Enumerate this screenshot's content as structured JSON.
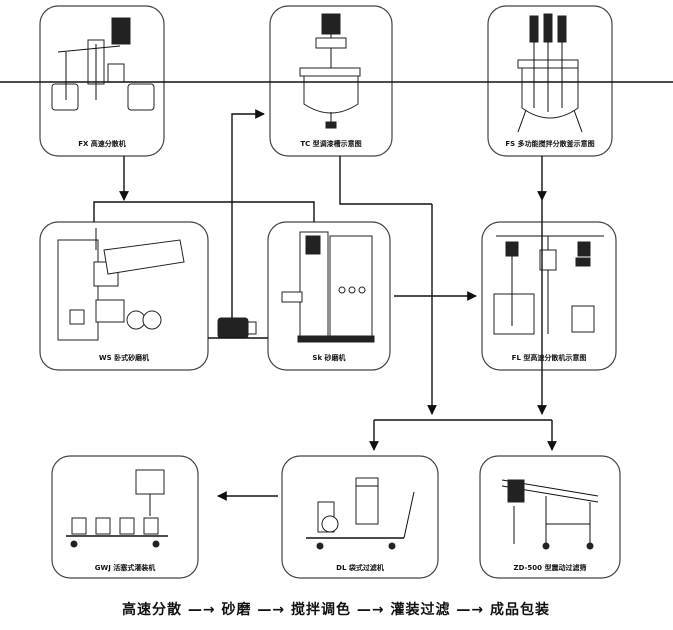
{
  "machines": {
    "fx": {
      "label": "FX 高速分散机"
    },
    "tc": {
      "label": "TC 型调漆槽示意图"
    },
    "fs": {
      "label": "FS 多功能搅拌分散釜示意图"
    },
    "ws": {
      "label": "WS 卧式砂磨机"
    },
    "sk": {
      "label": "Sk 砂磨机"
    },
    "fl": {
      "label": "FL 型高速分散机示意图"
    },
    "gwj": {
      "label": "GWJ 活塞式灌装机"
    },
    "dl": {
      "label": "DL 袋式过滤机"
    },
    "zd": {
      "label": "ZD-500 型震动过滤筛"
    }
  },
  "process_flow": {
    "text": "高速分散 —→ 砂磨 —→ 搅拌调色 —→  灌装过滤 —→ 成品包装"
  }
}
